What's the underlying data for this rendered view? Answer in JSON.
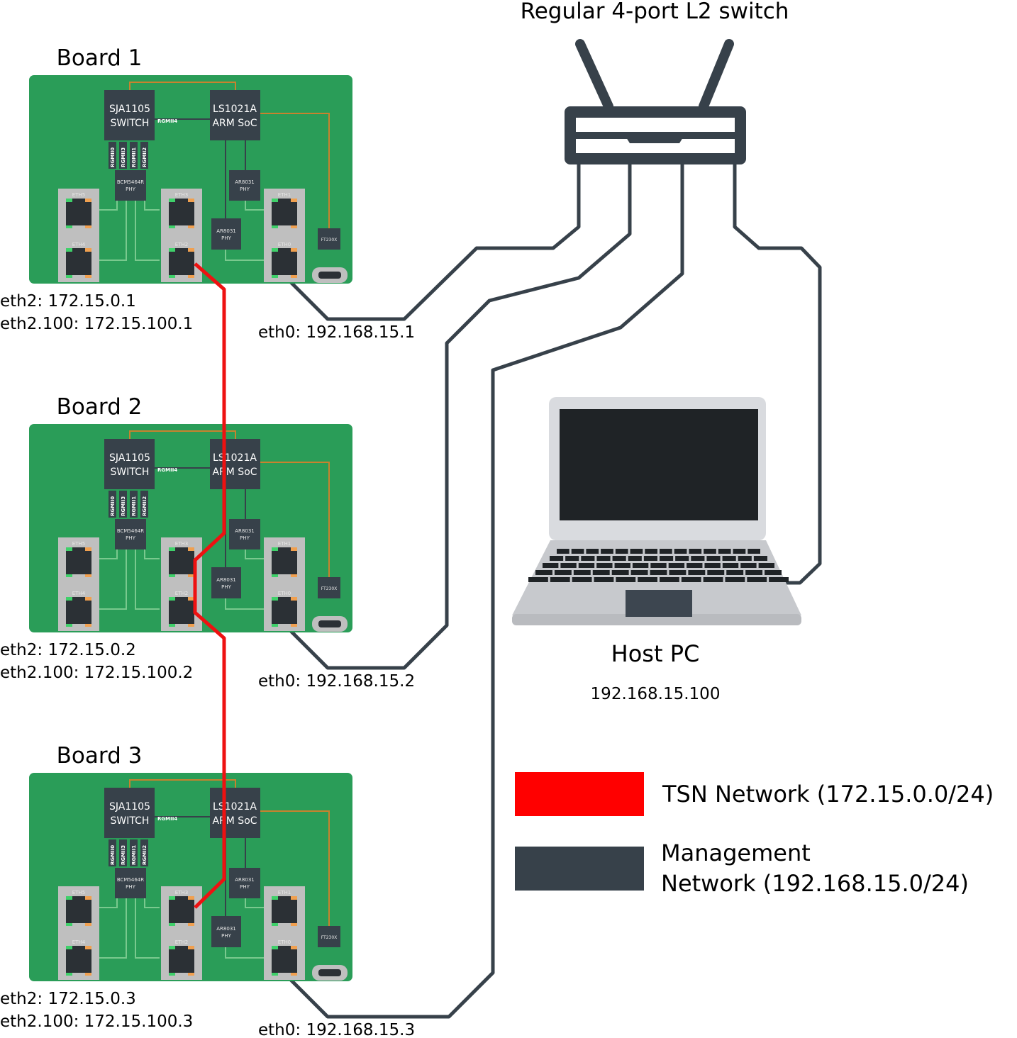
{
  "switch": {
    "title": "Regular 4-port L2 switch"
  },
  "boards": [
    {
      "name": "Board 1",
      "eth2": "eth2: 172.15.0.1",
      "eth2_100": "eth2.100: 172.15.100.1",
      "eth0": "eth0: 192.168.15.1",
      "ports": [
        "ETH5",
        "ETH4",
        "ETH3",
        "ETH2",
        "ETH1",
        "ETH0"
      ]
    },
    {
      "name": "Board 2",
      "eth2": "eth2: 172.15.0.2",
      "eth2_100": "eth2.100: 172.15.100.2",
      "eth0": "eth0: 192.168.15.2",
      "ports": [
        "ETH5",
        "ETH4",
        "ETH3",
        "ETH2",
        "ETH1",
        "ETH0"
      ]
    },
    {
      "name": "Board 3",
      "eth2": "eth2: 172.15.0.3",
      "eth2_100": "eth2.100: 172.15.100.3",
      "eth0": "eth0: 192.168.15.3",
      "ports": [
        "ETH5",
        "ETH4",
        "ETH3",
        "ETH2",
        "ETH1",
        "ETH0"
      ]
    }
  ],
  "board_chips": {
    "switch_chip": [
      "SJA1105",
      "SWITCH"
    ],
    "soc_chip": [
      "LS1021A",
      "ARM SoC"
    ],
    "rgmii4": "RGMII4",
    "rgmii": [
      "RGMII0",
      "RGMII3",
      "RGMII1",
      "RGMII2"
    ],
    "bcm_phy": [
      "BCM5464R",
      "PHY"
    ],
    "ar_phy": [
      "AR8031",
      "PHY"
    ],
    "ft": "FT230X"
  },
  "host": {
    "name": "Host PC",
    "ip": "192.168.15.100"
  },
  "legend": {
    "tsn": {
      "label": "TSN Network (172.15.0.0/24)",
      "color": "#ff0000"
    },
    "mgmt": {
      "label_line1": "Management",
      "label_line2": "Network (192.168.15.0/24)",
      "color": "#37414a"
    }
  },
  "colors": {
    "board": "#2a9d58",
    "chip": "#37414a",
    "trace": "#c8822e",
    "trace_light": "#79c98e",
    "port_housing": "#bfbfbf",
    "tsn_cable": "#ee1111",
    "mgmt_cable": "#37414a"
  }
}
